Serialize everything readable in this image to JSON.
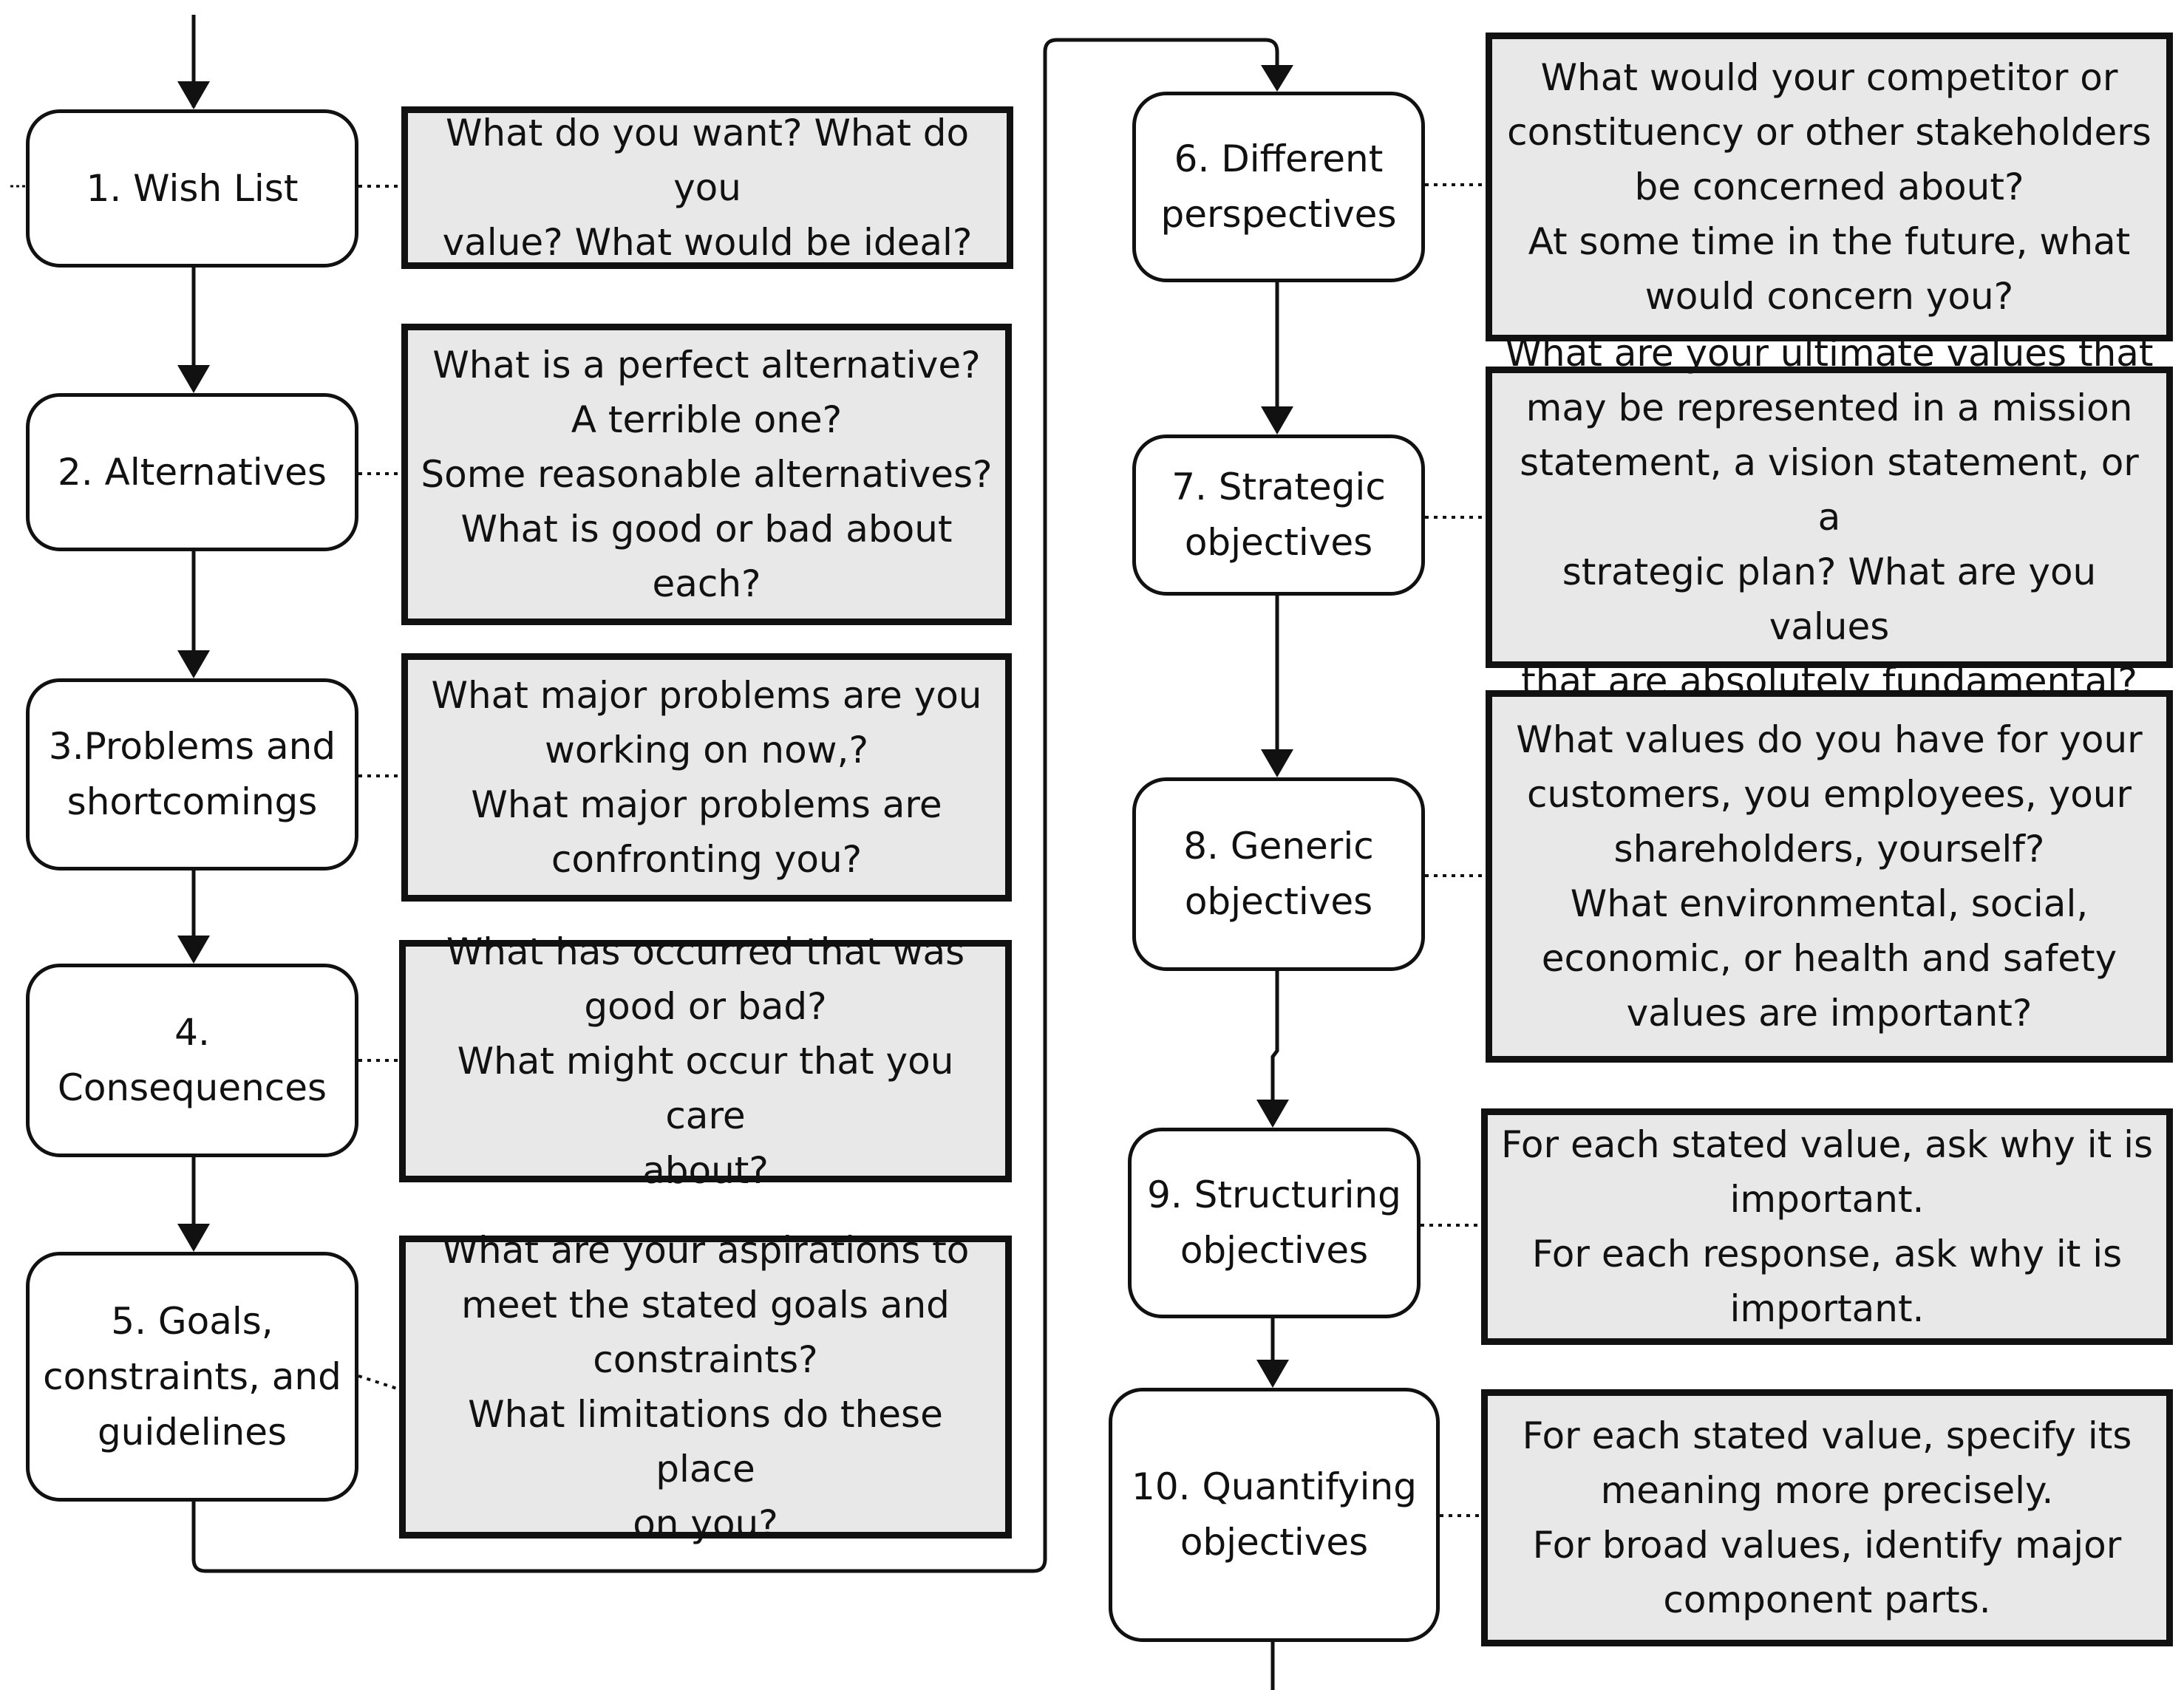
{
  "steps": [
    {
      "label": "1. Wish List",
      "prompt": [
        "What do you want? What do you",
        "value? What would be ideal?"
      ]
    },
    {
      "label": "2. Alternatives",
      "prompt": [
        "What is a perfect alternative?",
        "A terrible one?",
        "Some reasonable alternatives?",
        "What is good or bad about",
        "each?"
      ]
    },
    {
      "label": "3.Problems and shortcomings",
      "prompt": [
        "What major problems are you",
        "working on now,?",
        "What major problems are",
        "confronting you?"
      ]
    },
    {
      "label": "4. Consequences",
      "prompt": [
        "What has occurred that was",
        "good or bad?",
        "What might occur that you care",
        "about?"
      ]
    },
    {
      "label": "5. Goals, constraints, and guidelines",
      "prompt": [
        "What are your aspirations to",
        "meet the stated goals and",
        "constraints?",
        "What limitations do these place",
        "on you?"
      ]
    },
    {
      "label": "6. Different perspectives",
      "prompt": [
        "What would your competitor or",
        "constituency or other stakeholders",
        "be concerned about?",
        "At some time in the future, what",
        "would concern you?"
      ]
    },
    {
      "label": "7. Strategic objectives",
      "prompt": [
        "What are your ultimate values that",
        "may be represented in a mission",
        "statement, a vision statement, or a",
        "strategic plan? What are you values",
        "that are absolutely fundamental?"
      ]
    },
    {
      "label": "8. Generic objectives",
      "prompt": [
        "What values do you have for your",
        "customers, you employees, your",
        "shareholders, yourself?",
        "What environmental, social,",
        "economic, or health and safety",
        "values are important?"
      ]
    },
    {
      "label": "9. Structuring objectives",
      "prompt": [
        "For each stated value, ask why it is",
        "important.",
        "For each response, ask why it is",
        "important."
      ]
    },
    {
      "label": "10. Quantifying objectives",
      "prompt": [
        "For each stated value, specify its",
        "meaning more precisely.",
        "For broad values, identify major",
        "component parts."
      ]
    }
  ]
}
